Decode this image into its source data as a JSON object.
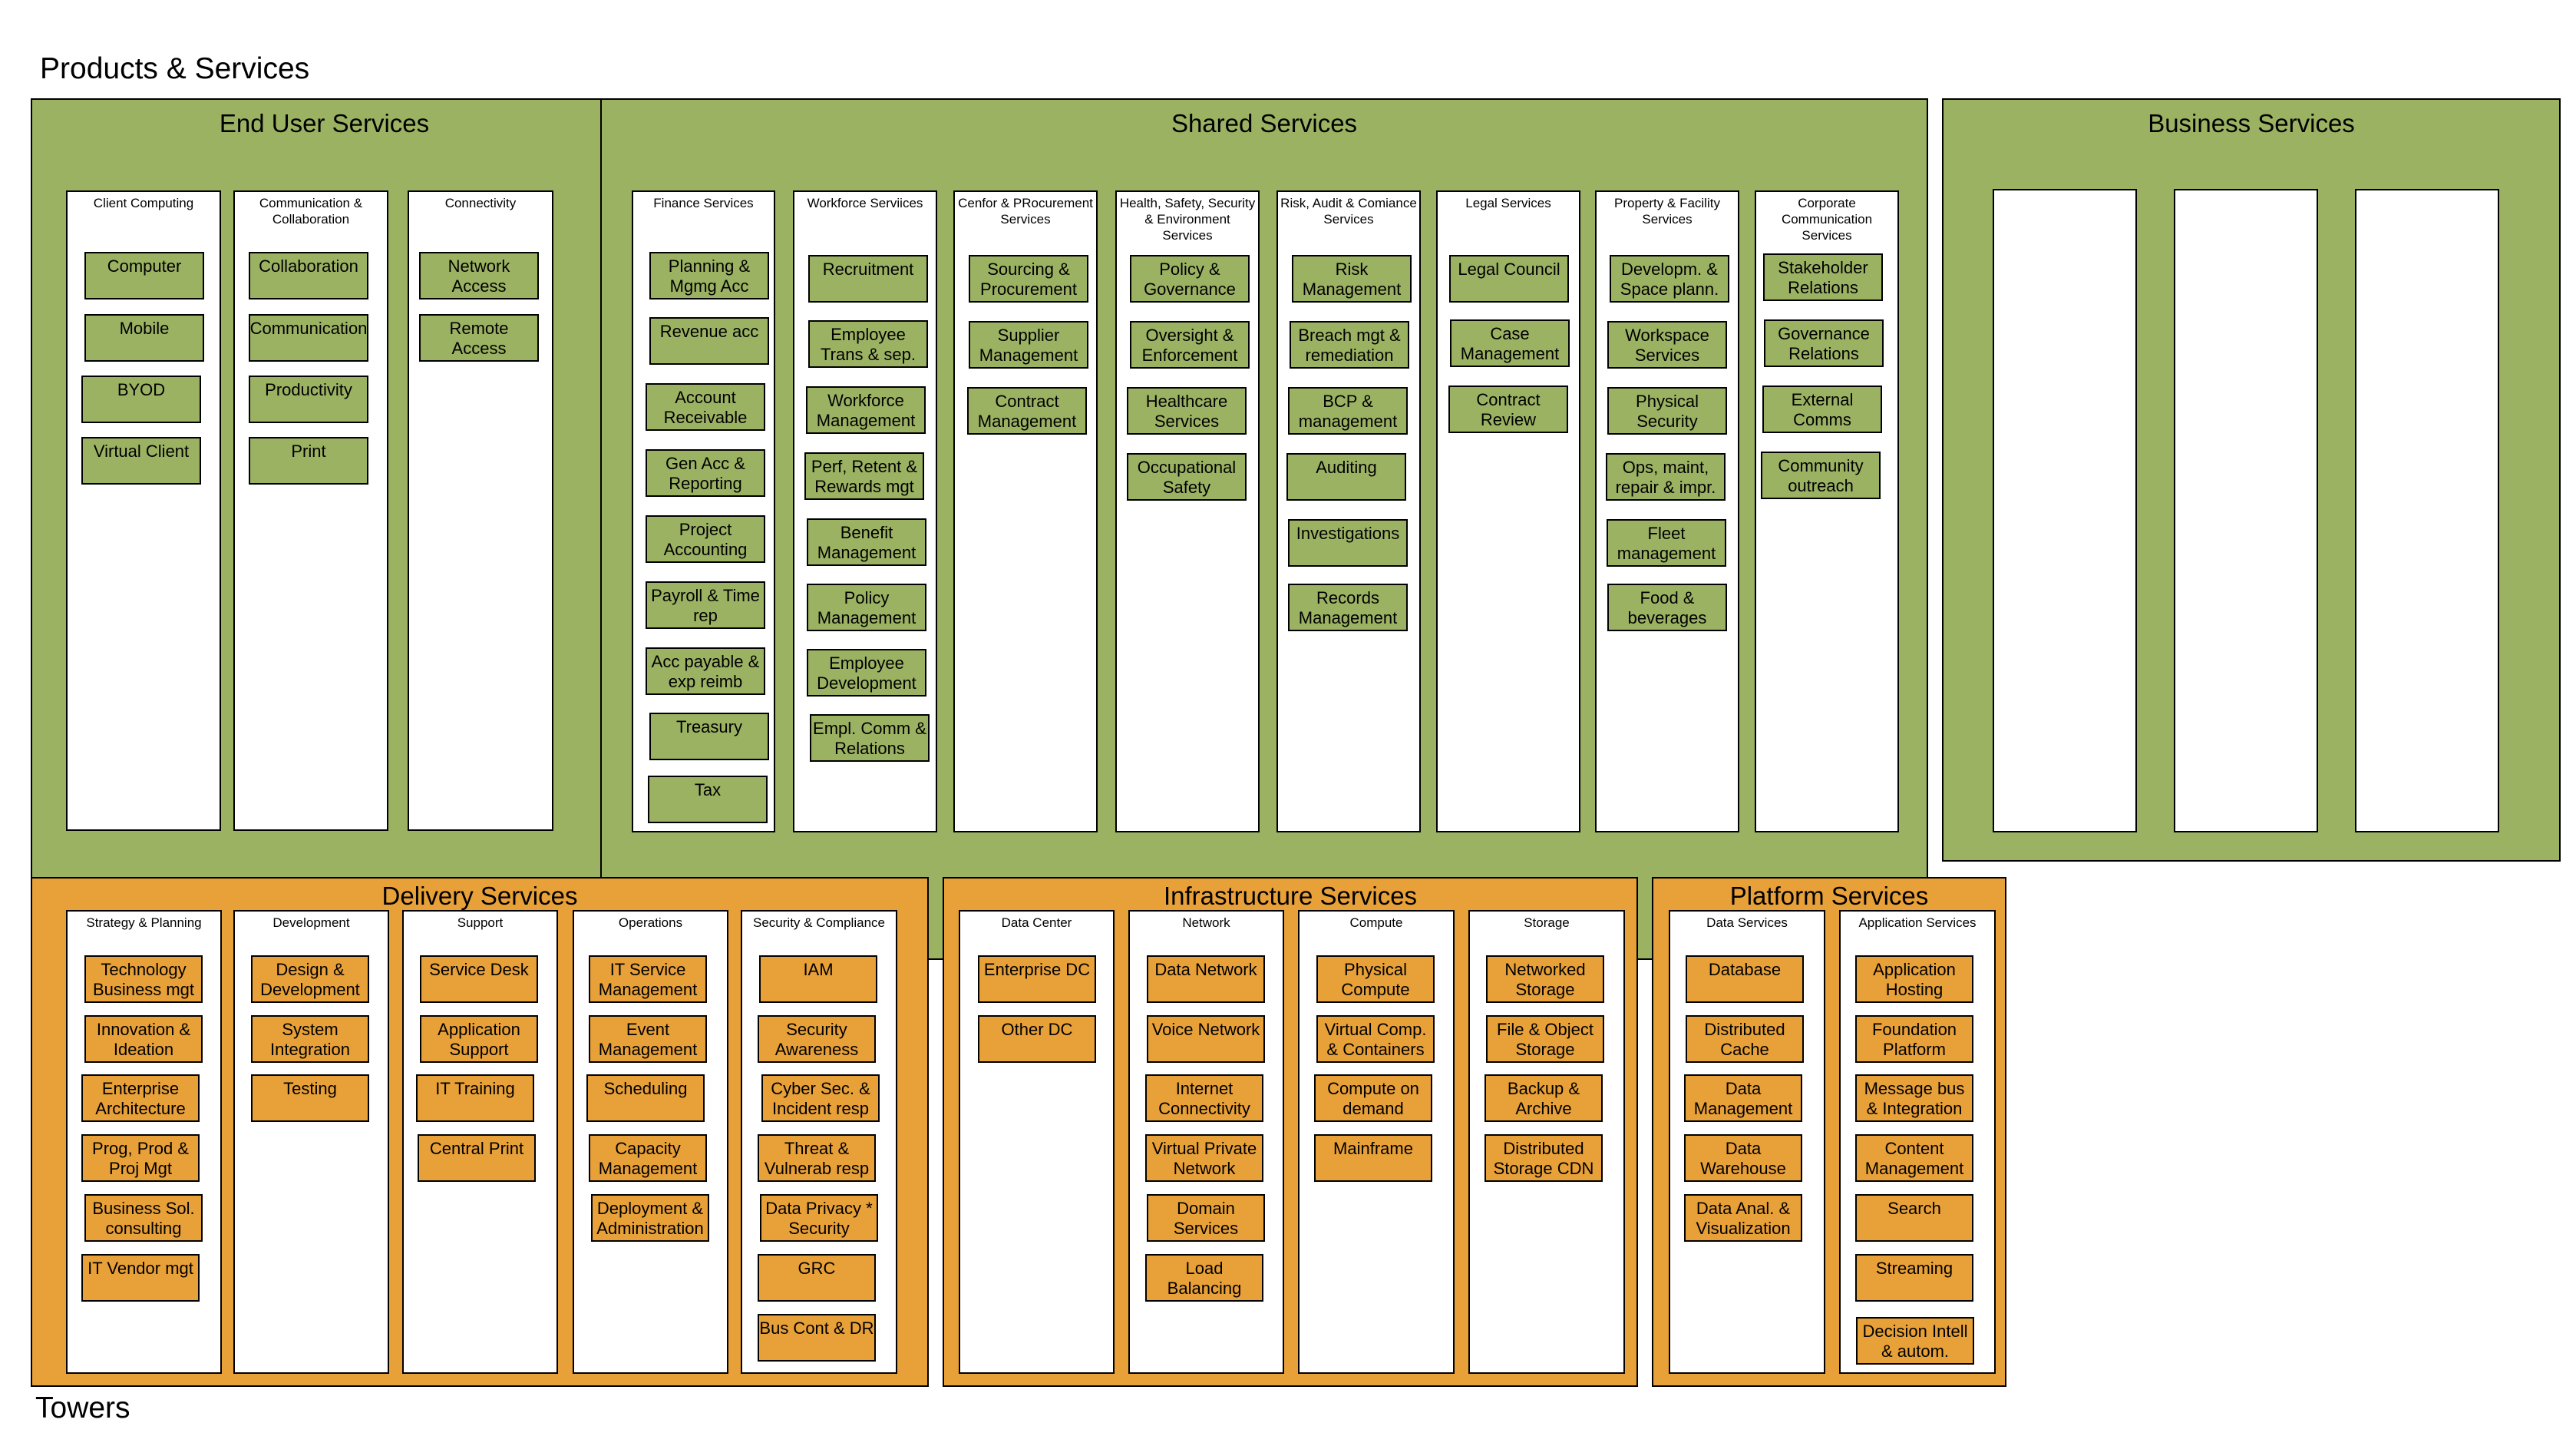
{
  "page_title": "Products & Services",
  "footer_title": "Towers",
  "colors": {
    "green": "#9cb263",
    "orange": "#e8a038"
  },
  "sections": [
    {
      "title": "End User Services",
      "color": "green",
      "columns": [
        {
          "title": "Client Computing",
          "items": [
            "Computer",
            "Mobile",
            "BYOD",
            "Virtual Client"
          ]
        },
        {
          "title": "Communication & Collaboration",
          "items": [
            "Collaboration",
            "Communication",
            "Productivity",
            "Print"
          ]
        },
        {
          "title": "Connectivity",
          "items": [
            "Network Access",
            "Remote Access"
          ]
        }
      ]
    },
    {
      "title": "Shared Services",
      "color": "green",
      "columns": [
        {
          "title": "Finance Services",
          "items": [
            "Planning & Mgmg Acc",
            "Revenue acc",
            "Account Receivable",
            "Gen Acc & Reporting",
            "Project Accounting",
            "Payroll & Time rep",
            "Acc payable & exp reimb",
            "Treasury",
            "Tax"
          ]
        },
        {
          "title": "Workforce Serviices",
          "items": [
            "Recruitment",
            "Employee Trans & sep.",
            "Workforce Management",
            "Perf, Retent & Rewards mgt",
            "Benefit Management",
            "Policy Management",
            "Employee Development",
            "Empl. Comm & Relations"
          ]
        },
        {
          "title": "Cenfor & PRocurement Services",
          "items": [
            "Sourcing & Procurement",
            "Supplier Management",
            "Contract Management"
          ]
        },
        {
          "title": "Health, Safety, Security & Environment Services",
          "items": [
            "Policy & Governance",
            "Oversight & Enforcement",
            "Healthcare Services",
            "Occupational Safety"
          ]
        },
        {
          "title": "Risk, Audit & Comiance Services",
          "items": [
            "Risk Management",
            "Breach mgt & remediation",
            "BCP & management",
            "Auditing",
            "Investigations",
            "Records Management"
          ]
        },
        {
          "title": "Legal Services",
          "items": [
            "Legal Council",
            "Case Management",
            "Contract Review"
          ]
        },
        {
          "title": "Property & Facility Services",
          "items": [
            "Developm. & Space plann.",
            "Workspace Services",
            "Physical Security",
            "Ops, maint, repair & impr.",
            "Fleet management",
            "Food & beverages"
          ]
        },
        {
          "title": "Corporate Communication Services",
          "items": [
            "Stakeholder Relations",
            "Governance Relations",
            "External Comms",
            "Community outreach"
          ]
        }
      ]
    },
    {
      "title": "Business Services",
      "color": "green",
      "columns": [
        {
          "title": "",
          "items": []
        },
        {
          "title": "",
          "items": []
        },
        {
          "title": "",
          "items": []
        }
      ]
    },
    {
      "title": "Delivery Services",
      "color": "orange",
      "columns": [
        {
          "title": "Strategy & Planning",
          "items": [
            "Technology Business mgt",
            "Innovation & Ideation",
            "Enterprise Architecture",
            "Prog, Prod & Proj Mgt",
            "Business Sol. consulting",
            "IT Vendor mgt"
          ]
        },
        {
          "title": "Development",
          "items": [
            "Design & Development",
            "System Integration",
            "Testing"
          ]
        },
        {
          "title": "Support",
          "items": [
            "Service Desk",
            "Application Support",
            "IT Training",
            "Central Print"
          ]
        },
        {
          "title": "Operations",
          "items": [
            "IT Service Management",
            "Event Management",
            "Scheduling",
            "Capacity Management",
            "Deployment & Administration"
          ]
        },
        {
          "title": "Security & Compliance",
          "items": [
            "IAM",
            "Security Awareness",
            "Cyber Sec. & Incident resp",
            "Threat & Vulnerab resp",
            "Data Privacy * Security",
            "GRC",
            "Bus Cont & DR"
          ]
        }
      ]
    },
    {
      "title": "Infrastructure Services",
      "color": "orange",
      "columns": [
        {
          "title": "Data Center",
          "items": [
            "Enterprise DC",
            "Other DC"
          ]
        },
        {
          "title": "Network",
          "items": [
            "Data Network",
            "Voice Network",
            "Internet Connectivity",
            "Virtual Private Network",
            "Domain Services",
            "Load Balancing"
          ]
        },
        {
          "title": "Compute",
          "items": [
            "Physical Compute",
            "Virtual Comp. & Containers",
            "Compute on demand",
            "Mainframe"
          ]
        },
        {
          "title": "Storage",
          "items": [
            "Networked Storage",
            "File & Object Storage",
            "Backup & Archive",
            "Distributed Storage CDN"
          ]
        }
      ]
    },
    {
      "title": "Platform Services",
      "color": "orange",
      "columns": [
        {
          "title": "Data Services",
          "items": [
            "Database",
            "Distributed Cache",
            "Data Management",
            "Data Warehouse",
            "Data Anal. & Visualization"
          ]
        },
        {
          "title": "Application Services",
          "items": [
            "Application Hosting",
            "Foundation Platform",
            "Message bus & Integration",
            "Content Management",
            "Search",
            "Streaming",
            "Decision Intell & autom."
          ]
        }
      ]
    }
  ]
}
